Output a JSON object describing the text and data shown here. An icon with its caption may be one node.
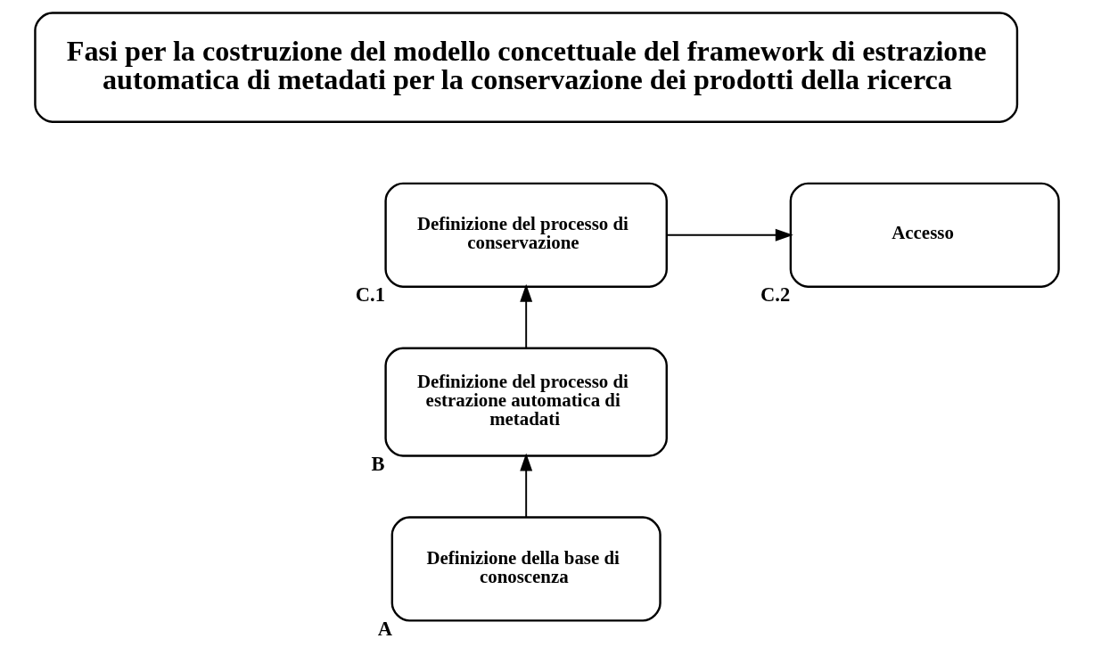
{
  "diagram": {
    "nodes": [
      {
        "text": [
          "Fasi per la costruzione del modello concettuale del framework di estrazione automatica di metadati per la conservazione dei prodotti della ricerca"
        ]
      },
      {
        "text": [
          "Definizione del processo di conservazione"
        ],
        "beside": [
          "C.1"
        ]
      },
      {
        "text": [
          "Accesso"
        ],
        "beside": [
          "C.2"
        ]
      },
      {
        "text": [
          "Definizione del processo di estrazione automatica di metadati"
        ],
        "beside": [
          "B"
        ]
      },
      {
        "text": [
          "Definizione della base di conoscenza"
        ],
        "beside": [
          "A"
        ]
      }
    ],
    "edges": [
      {
        "from": 4,
        "to": 3,
        "arrow": "to"
      },
      {
        "from": 3,
        "to": 1,
        "arrow": "to"
      },
      {
        "from": 1,
        "to": 2,
        "arrow": "to"
      }
    ]
  }
}
